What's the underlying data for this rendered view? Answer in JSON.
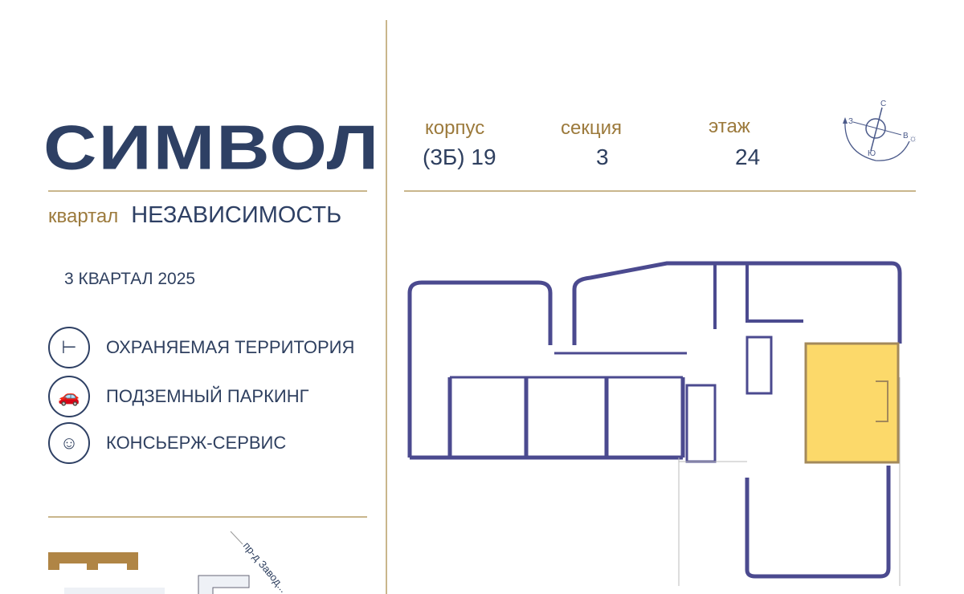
{
  "brand": {
    "logo": "СИМВОЛ",
    "district_prefix": "квартал",
    "district_name": "НЕЗАВИСИМОСТЬ"
  },
  "completion": "3 КВАРТАЛ 2025",
  "features": [
    {
      "icon": "barrier-icon",
      "label": "ОХРАНЯЕМАЯ ТЕРРИТОРИЯ"
    },
    {
      "icon": "car-icon",
      "label": "ПОДЗЕМНЫЙ ПАРКИНГ"
    },
    {
      "icon": "concierge-icon",
      "label": "КОНСЬЕРЖ-СЕРВИС"
    }
  ],
  "info": {
    "building_label": "корпус",
    "building_value": "(3Б) 19",
    "section_label": "секция",
    "section_value": "3",
    "floor_label": "этаж",
    "floor_value": "24"
  },
  "compass": {
    "n": "С",
    "w": "З",
    "e": "В",
    "s": "Ю"
  },
  "map": {
    "street": "пр-д Завод..."
  },
  "colors": {
    "navy": "#2e4064",
    "gold": "#9c7a3c",
    "wall": "#4b4a8f",
    "highlight": "#fcd96a"
  }
}
